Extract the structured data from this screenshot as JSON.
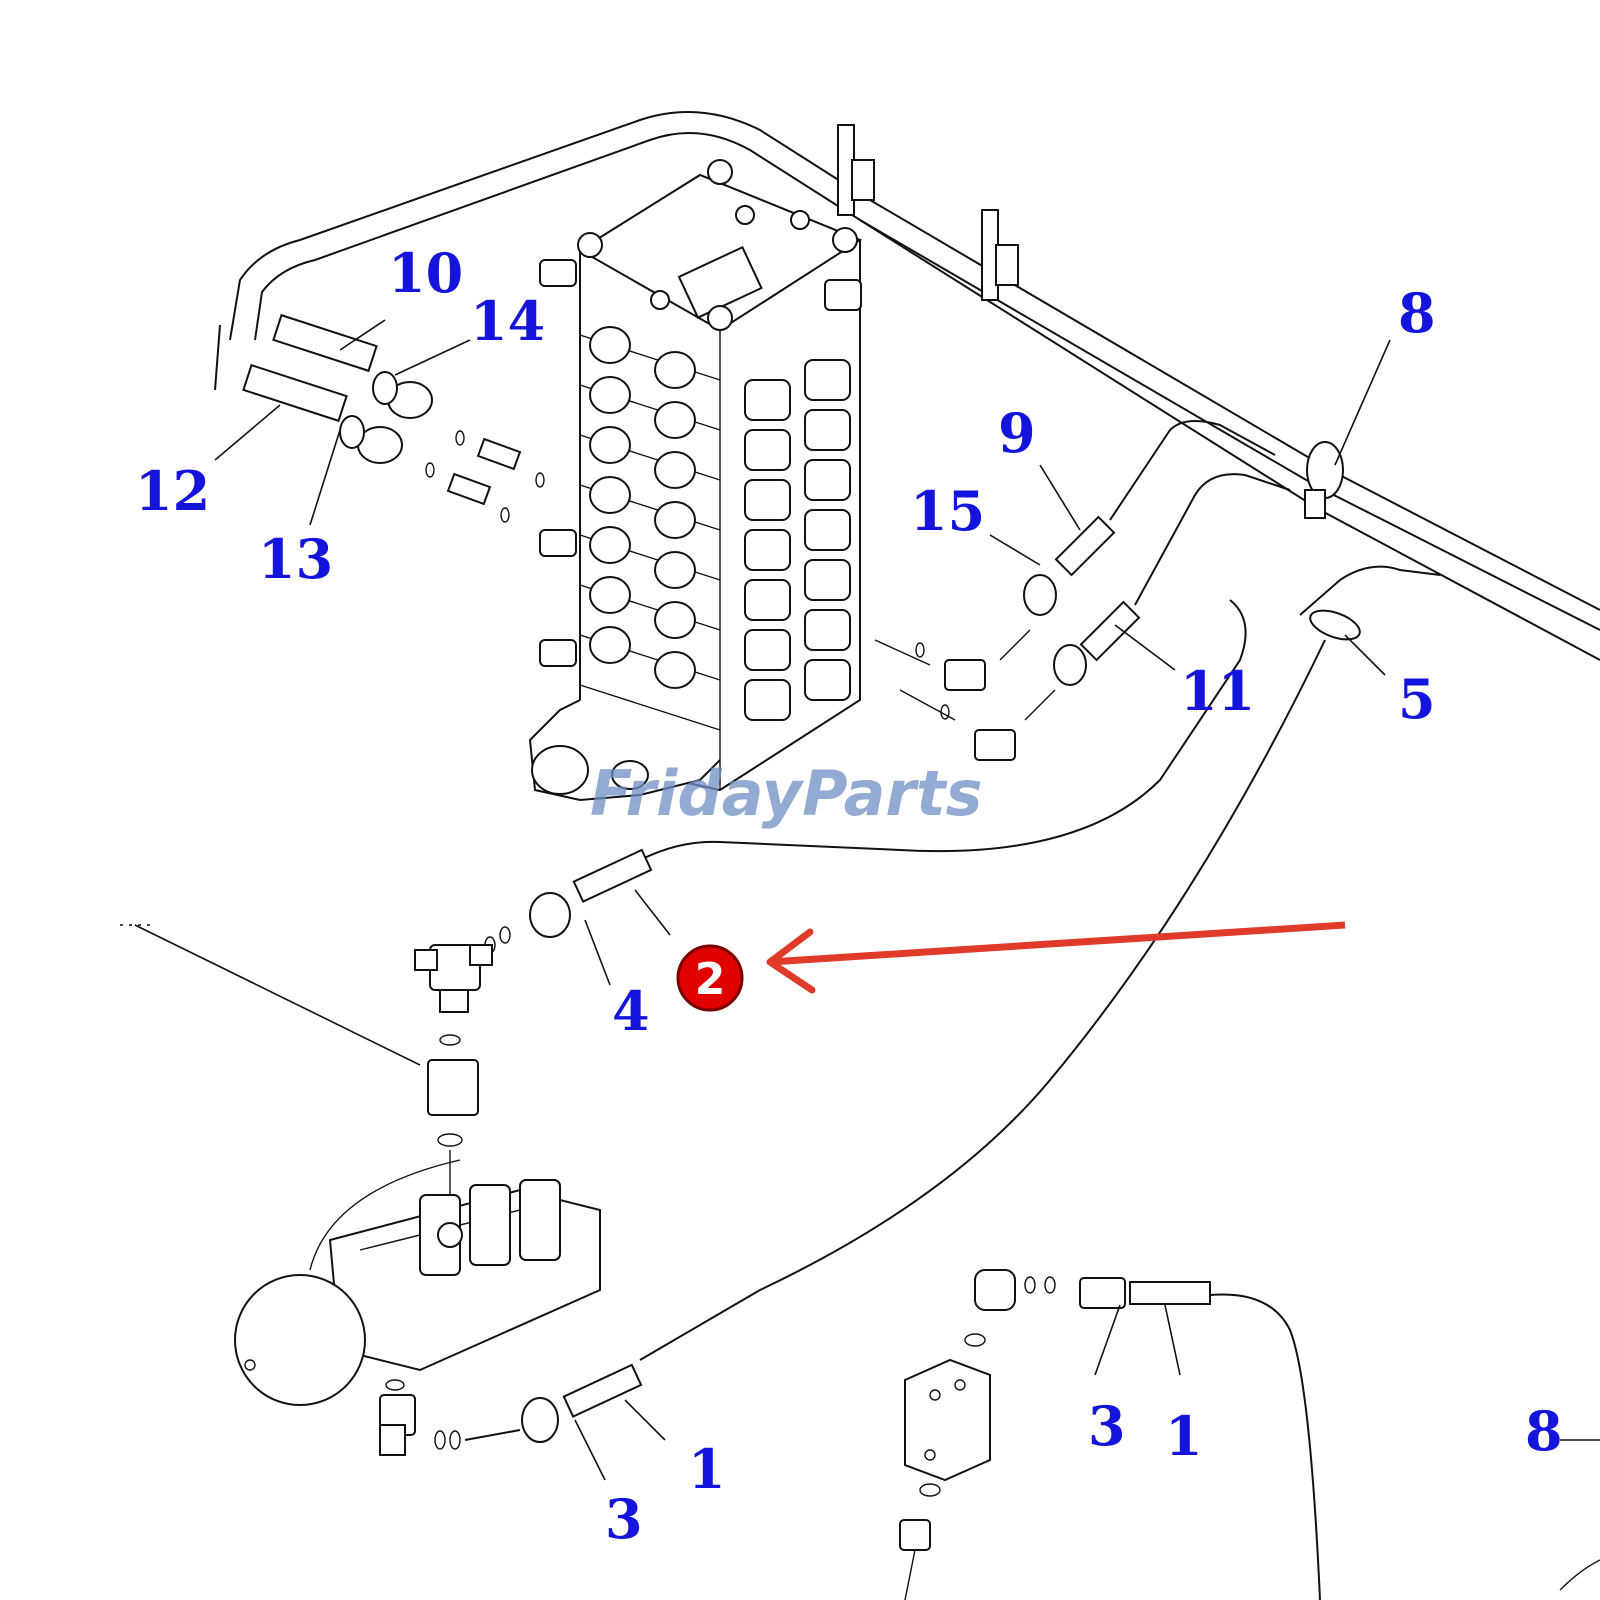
{
  "callouts": {
    "c10": "10",
    "c14": "14",
    "c12": "12",
    "c13": "13",
    "c8_top": "8",
    "c9": "9",
    "c15": "15",
    "c11": "11",
    "c5": "5",
    "c4": "4",
    "c1_left": "1",
    "c3_left": "3",
    "c3_right": "3",
    "c1_right": "1",
    "c8_bottom": "8"
  },
  "highlight": {
    "number": "2",
    "color": "#e00000",
    "arrow_color": "#e03a2a"
  },
  "watermark": {
    "text": "FridayParts",
    "color": "#6f8fc4"
  },
  "colors": {
    "callout": "#1414dc",
    "line": "#111111"
  }
}
